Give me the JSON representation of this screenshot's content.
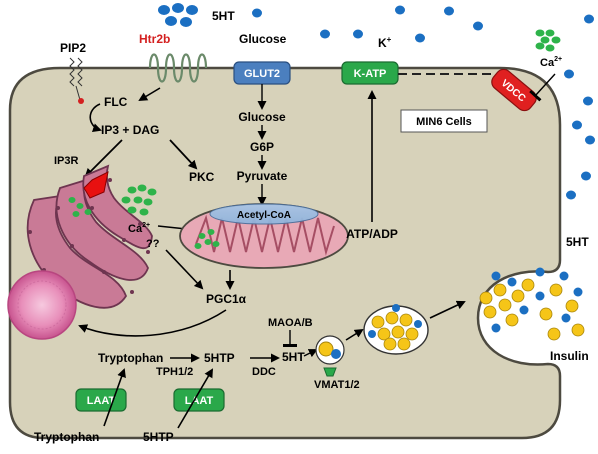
{
  "labels": {
    "serotonin_outside": "5HT",
    "potassium": "K",
    "potassium_charge": "+",
    "pip2": "PIP2",
    "htr2b": "Htr2b",
    "glucose_outside": "Glucose",
    "glut2": "GLUT2",
    "katp": "K-ATP",
    "vdcc": "VDCC",
    "calcium_outside": "Ca",
    "calcium_outside_charge": "2+",
    "flc": "FLC",
    "ip3_dag": "IP3 + DAG",
    "ip3r": "IP3R",
    "pkc": "PKC",
    "glucose_inside": "Glucose",
    "g6p": "G6P",
    "pyruvate": "Pyruvate",
    "acetyl_coa": "Acetyl-CoA",
    "calcium_inside": "Ca",
    "calcium_inside_charge": "2+",
    "unknown": "??",
    "pgc1a": "PGC1α",
    "atp_adp": "ATP/ADP",
    "min6_cells": "MIN6 Cells",
    "serotonin_exocytosis": "5HT",
    "insulin": "Insulin",
    "tryptophan_inside": "Tryptophan",
    "tph": "TPH1/2",
    "htp_inside": "5HTP",
    "ddc": "DDC",
    "serotonin_inside": "5HT",
    "maoa": "MAOA/B",
    "vmat": "VMAT1/2",
    "laat_left": "LAAT",
    "laat_right": "LAAT",
    "tryptophan_outside": "Tryptophan",
    "htp_outside": "5HTP"
  },
  "colors": {
    "cell_fill": "#d7d2ba",
    "cell_stroke": "#4d4a40",
    "serotonin_dot": "#1b6fc2",
    "calcium_dot": "#2eb34a",
    "insulin_granule": "#f5c518",
    "glut2_box": "#4b7fbf",
    "katp_box": "#2aa84a",
    "laat_box": "#2aa84a",
    "vdcc_box": "#e02020",
    "htr2b_text": "#d42020",
    "er_fill": "#c97a96",
    "mito_fill": "#e8a9b6",
    "nucleus_fill": "#e68ab4"
  }
}
